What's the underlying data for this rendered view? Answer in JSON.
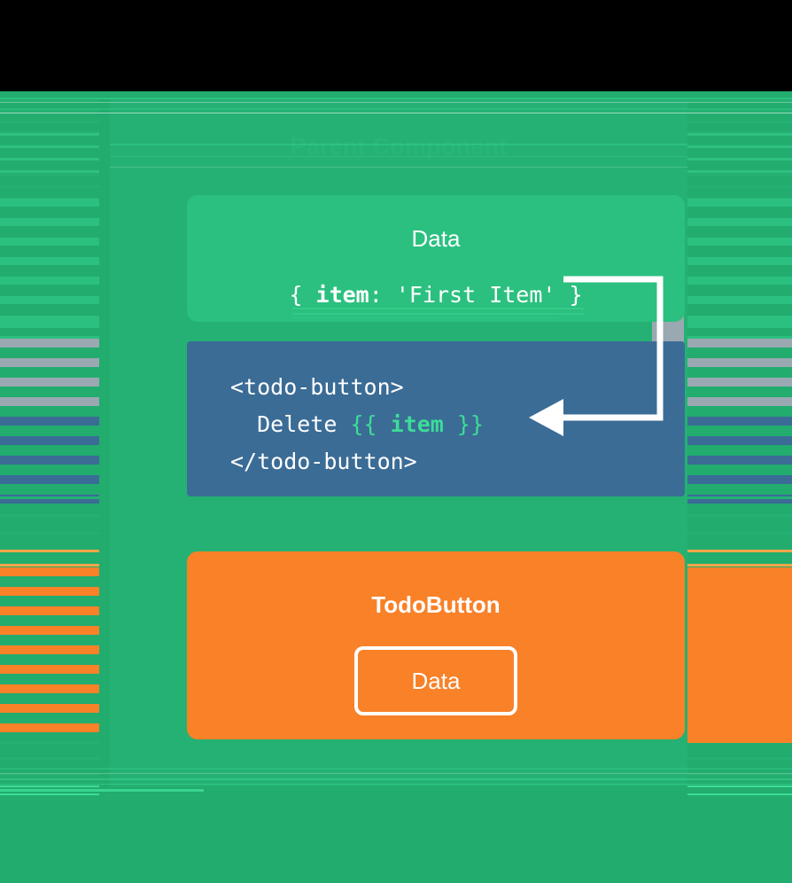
{
  "diagram": {
    "title": "Parent Component",
    "data_card": {
      "heading": "Data",
      "code_prefix": "{ ",
      "code_key": "item",
      "code_mid": ": ",
      "code_value": "'First Item'",
      "code_suffix": " }",
      "full_code": "{ item: 'First Item' }"
    },
    "template_card": {
      "line1": "<todo-button>",
      "line2_text": "  Delete ",
      "line2_open": "{{ ",
      "line2_var": "item",
      "line2_close": " }}",
      "line3": "</todo-button>",
      "full": "<todo-button>\n  Delete {{ item }}\n</todo-button>"
    },
    "child_card": {
      "heading": "TodoButton",
      "slot_label": "Data"
    },
    "connector": {
      "label": "prop-flow-arrow",
      "direction": "parent-data-to-child"
    }
  },
  "colors": {
    "page_background": "#22ac6e",
    "panel_background": "#24b173",
    "panel_title": "#27b677",
    "data_card": "#2bc07f",
    "template_card": "#3b6c96",
    "child_card": "#f98128",
    "accent_green": "#3ddc97",
    "connector_white": "#ffffff",
    "connector_shadow": "#9aa8b2",
    "letterbox": "#000000",
    "text_on_card": "#ffffff"
  },
  "artifacts": {
    "kind": "interlace-stripe-glitch",
    "left_band_width": 112,
    "right_band_start": 776,
    "letterbox_top_height": 103
  }
}
